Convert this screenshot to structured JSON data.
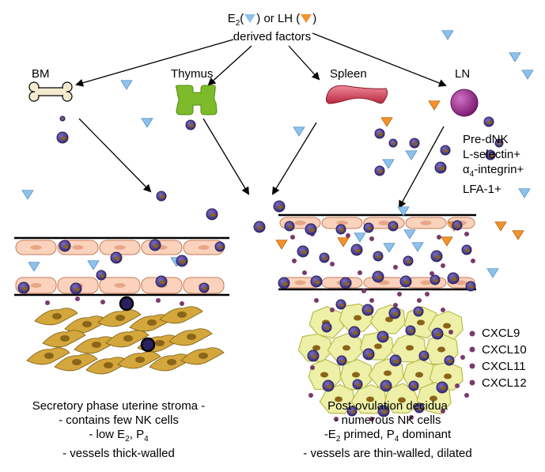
{
  "header": {
    "e2_symbol": "E",
    "e2_subscript": "2",
    "open_paren": "(",
    "close_or": ") or LH (",
    "close_paren": ")",
    "line2": "derived factors"
  },
  "sources": {
    "bm": "BM",
    "thymus": "Thymus",
    "spleen": "Spleen",
    "ln": "LN"
  },
  "prednk": {
    "title": "Pre-dNK",
    "l_selectin": "L-selectin+",
    "alpha_symbol": "α",
    "alpha_sub": "4",
    "alpha_rest": "-integrin+",
    "lfa": "LFA-1+"
  },
  "chemokines": [
    "CXCL9",
    "CXCL10",
    "CXCL11",
    "CXCL12"
  ],
  "left_caption": {
    "line1": "Secretory phase uterine stroma -",
    "line2": "- contains few NK cells",
    "line3_a": "- low E",
    "line3_sub": "2",
    "line3_b": ", P",
    "line3_sub2": "4",
    "line4": "- vessels thick-walled"
  },
  "right_caption": {
    "line1": "Post-ovulation decidua",
    "line2": "- numerous NK cells",
    "line3_a": "-E",
    "line3_sub": "2",
    "line3_b": " primed, P",
    "line3_sub2": "4",
    "line3_c": " dominant",
    "line4": "- vessels are thin-walled, dilated"
  },
  "colors": {
    "e2_triangle": "#8ec2ee",
    "lh_triangle": "#f3932b",
    "nk_cell": "#4a3d8e",
    "nk_nucleus": "#1e1650",
    "endothelium": "#fbd3bd",
    "stroma_cell": "#d4a73c",
    "decidual_cell": "#eef0a8",
    "spleen": "#d8425a",
    "thymus": "#7dbb2a",
    "lymph_node": "#9a2a8f",
    "chemokine_dot": "#7a3a6e"
  }
}
